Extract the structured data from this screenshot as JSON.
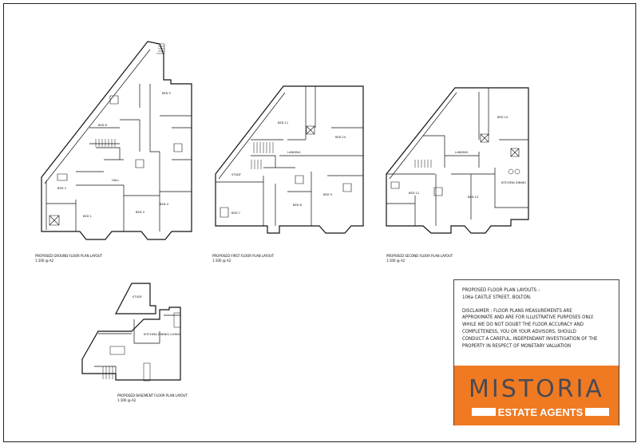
{
  "plans": {
    "ground": {
      "title": "PROPOSED GROUND FLOOR PLAN LAYOUT",
      "scale": "1:100 @ A2",
      "rooms": [
        "BED 1",
        "BED 2",
        "BED 3",
        "BED 4",
        "BED 5",
        "BED 6",
        "HALL"
      ]
    },
    "first": {
      "title": "PROPOSED FIRST FLOOR PLAN LAYOUT",
      "scale": "1:100 @ A2",
      "rooms": [
        "BED 7",
        "BED 8",
        "BED 9",
        "BED 10",
        "BED 11",
        "LANDING",
        "STUDY"
      ]
    },
    "second": {
      "title": "PROPOSED SECOND FLOOR PLAN LAYOUT",
      "scale": "1:100 @ A2",
      "rooms": [
        "BED 12",
        "BED 13",
        "BED 14",
        "LANDING",
        "KITCHEN/ DINING"
      ]
    },
    "basement": {
      "title": "PROPOSED BASEMENT FLOOR PLAN LAYOUT",
      "scale": "1:100 @ A2",
      "rooms": [
        "STUDY",
        "KITCHEN/ DINING/ LIVING"
      ]
    }
  },
  "info": {
    "heading_line1": "PROPOSED FLOOR PLAN LAYOUTS –",
    "heading_line2": "106a CASTLE STREET, BOLTON.",
    "disclaimer_lines": [
      "DISCLAIMER : FLOOR PLANS MEASUREMENTS ARE",
      "APPROXIMATE AND ARE FOR ILLUSTRATIVE PURPOSES ONLY.",
      "WHILE WE DO NOT DOUBT THE FLOOR ACCURACY AND",
      "COMPLETENESS, YOU OR YOUR ADVISORS, SHOULD",
      "CONDUCT A CAREFUL, INDEPENDANT INVESTIGATION OF THE",
      "PROPERTY IN RESPECT OF MONETARY VALUATION"
    ]
  },
  "logo": {
    "name": "MISTORIA",
    "subtitle": "ESTATE AGENTS",
    "brand_color": "#f07a22",
    "text_color": "#4a4a52"
  }
}
